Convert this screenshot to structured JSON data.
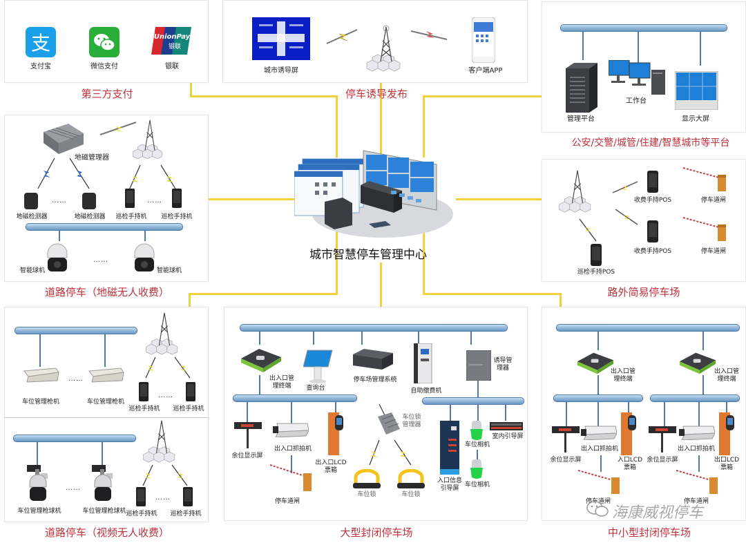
{
  "center": {
    "title": "城市智慧停车管理中心"
  },
  "third_party_payment": {
    "title": "第三方支付",
    "items": [
      {
        "label": "支付宝",
        "icon": "alipay-icon"
      },
      {
        "label": "微信支付",
        "icon": "wechat-pay-icon"
      },
      {
        "label": "银联",
        "icon": "unionpay-icon",
        "logo_text": "UnionPay",
        "logo_sub": "银联"
      }
    ]
  },
  "guidance_publish": {
    "title": "停车诱导发布",
    "items": [
      {
        "label": "城市诱导屏",
        "icon": "guidance-screen-icon"
      },
      {
        "label": "",
        "icon": "cell-tower-icon"
      },
      {
        "label": "客户端APP",
        "icon": "mobile-app-icon"
      }
    ]
  },
  "government_platform": {
    "title": "公安/交警/城管/住建/智慧城市等平台",
    "items": [
      {
        "label": "管理平台",
        "icon": "server-rack-icon"
      },
      {
        "label": "工作台",
        "icon": "workstation-icon"
      },
      {
        "label": "显示大屏",
        "icon": "video-wall-icon"
      }
    ]
  },
  "road_geomagnetic": {
    "title": "道路停车（地磁无人收费）",
    "manager": "地磁管理器",
    "detectors": [
      "地磁检测器",
      "地磁检测器"
    ],
    "handhelds": [
      "巡检手持机",
      "巡检手持机"
    ],
    "cameras": [
      "智能球机",
      "智能球机"
    ],
    "ellipsis": "……"
  },
  "offstreet_simple": {
    "title": "路外简易停车场",
    "pos": [
      "收费手持POS",
      "收费手持POS"
    ],
    "gates": [
      "停车道闸",
      "停车道闸"
    ],
    "patrol_pos": "巡检手持POS"
  },
  "road_video_1": {
    "cameras": [
      "车位管理枪机",
      "车位管理枪机"
    ],
    "handhelds": [
      "巡检手持机",
      "巡检手持机"
    ],
    "ellipsis": "……"
  },
  "road_video_2": {
    "title": "道路停车（视频无人收费）",
    "cameras": [
      "车位管理枪球机",
      "车位管理枪球机"
    ],
    "handhelds": [
      "巡检手持机",
      "巡检手持机"
    ],
    "ellipsis": "……"
  },
  "large_closed": {
    "title": "大型封闭停车场",
    "top": [
      "出入口管理终端",
      "查询台",
      "停车场管理系统",
      "自助缴费机",
      "诱导管理器"
    ],
    "entry": [
      "余位显示屏",
      "出入口抓拍机",
      "出入口LCD票箱",
      "停车道闸"
    ],
    "locks": {
      "manager": "车位锁管理器",
      "items": [
        "车位锁",
        "车位锁"
      ]
    },
    "guidance": [
      "入口信息引导屏",
      "车位相机",
      "室内引导屏",
      "车位相机"
    ]
  },
  "small_closed": {
    "title": "中小型封闭停车场",
    "terminals": [
      "出入口管理终端",
      "出入口管理终端"
    ],
    "left": [
      "余位显示屏",
      "出入口抓拍机",
      "入口LCD票箱",
      "停车道闸"
    ],
    "right": [
      "余位显示屏",
      "出入口抓拍机",
      "出口LCD票箱",
      "停车道闸"
    ]
  },
  "watermark": "海康威视停车",
  "colors": {
    "title_red": "#c0303a",
    "connector_yellow": "#f1cf3f",
    "bus_blue": "#8fb5d8"
  }
}
